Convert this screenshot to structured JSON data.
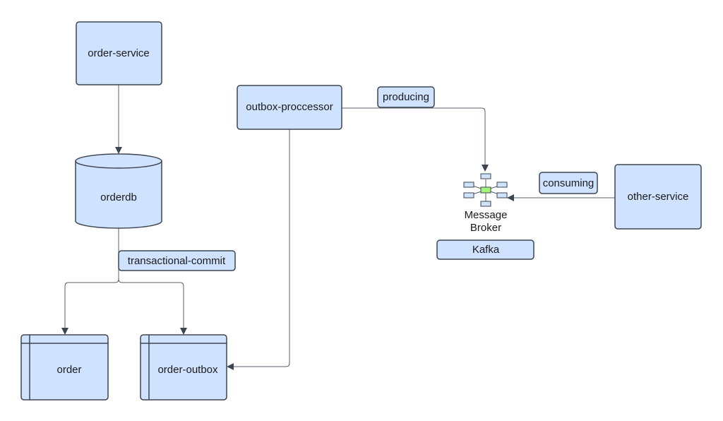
{
  "nodes": {
    "order_service": "order-service",
    "orderdb": "orderdb",
    "order": "order",
    "order_outbox": "order-outbox",
    "outbox_processor": "outbox-proccessor",
    "other_service": "other-service",
    "broker_line1": "Message",
    "broker_line2": "Broker",
    "kafka": "Kafka"
  },
  "edge_labels": {
    "transactional_commit": "transactional-commit",
    "producing": "producing",
    "consuming": "consuming"
  },
  "colors": {
    "fill": "#cfe2ff",
    "stroke": "#3d4650",
    "broker_hub": "#a6f57a"
  }
}
